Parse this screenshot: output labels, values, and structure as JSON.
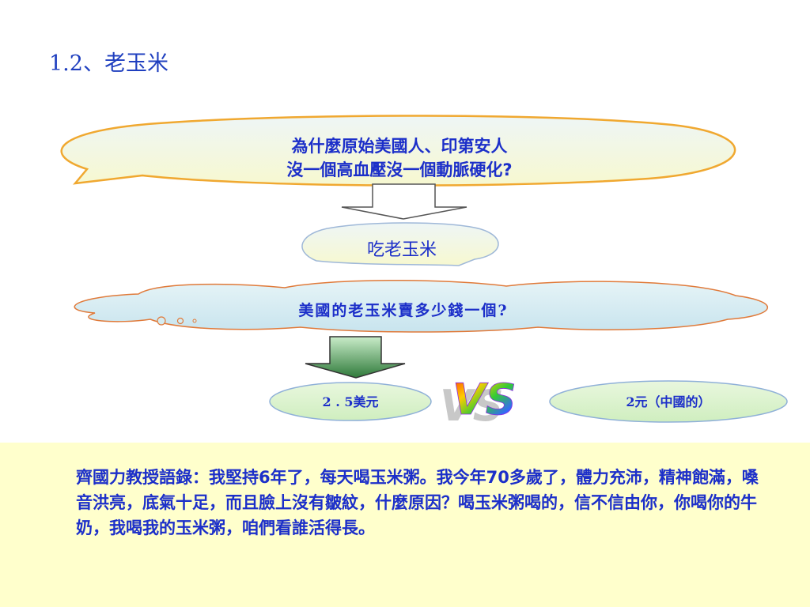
{
  "slide": {
    "title": "1.2、老玉米"
  },
  "question_bubble": {
    "line1": "為什麼原始美國人、印第安人",
    "line2": "沒一個高血壓沒一個動脈硬化?"
  },
  "answer_bubble": {
    "text": "吃老玉米"
  },
  "price_question": {
    "text": "美國的老玉米賣多少錢一個?"
  },
  "comparison": {
    "left_price": "2 . 5美元",
    "vs_label": "VS",
    "right_price": "2元（中國的）"
  },
  "quote": {
    "text": "齊國力教授語錄：我堅持6年了，每天喝玉米粥。我今年70多歲了，體力充沛，精神飽滿，嗓音洪亮，底氣十足，而且臉上沒有皺紋，什麼原因？喝玉米粥喝的，信不信由你，你喝你的牛奶，我喝我的玉米粥，咱們看誰活得長。"
  },
  "colors": {
    "text_blue": "#1c2fc9",
    "bubble_fill": "#f0f6d4",
    "bubble_border": "#f0a830",
    "cloud_fill": "#d4ecf2",
    "cloud_border": "#e07a3a",
    "price_fill": "#dff3d0",
    "quote_background": "#ffffcc"
  }
}
